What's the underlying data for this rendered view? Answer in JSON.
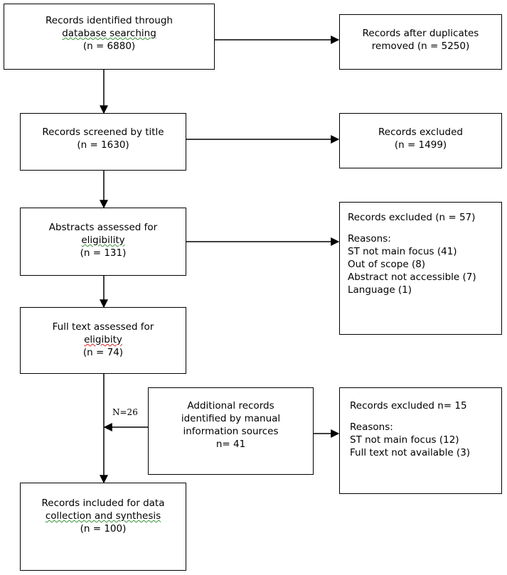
{
  "nodes": {
    "identified": {
      "lines": [
        "Records identified through",
        "database searching",
        "(n = 6880)"
      ]
    },
    "duplicates_removed": {
      "lines": [
        "Records after duplicates",
        "removed (n = 5250)"
      ]
    },
    "screened": {
      "lines": [
        "Records screened by title",
        "(n = 1630)"
      ]
    },
    "excluded_title": {
      "lines": [
        "Records excluded",
        "(n = 1499)"
      ]
    },
    "abstracts": {
      "lines": [
        "Abstracts assessed for",
        "eligibility",
        "(n = 131)"
      ]
    },
    "excluded_abstracts": {
      "heading": "Records excluded (n = 57)",
      "reasons_label": "Reasons:",
      "reasons": [
        "ST not main focus (41)",
        "Out of scope (8)",
        "Abstract not accessible (7)",
        "Language (1)"
      ]
    },
    "fulltext": {
      "lines": [
        "Full text assessed for",
        "eligibity",
        "(n = 74)"
      ]
    },
    "additional": {
      "lines": [
        "Additional records",
        "identified by manual",
        "information sources",
        "n= 41"
      ]
    },
    "excluded_fulltext": {
      "heading": "Records excluded n= 15",
      "reasons_label": "Reasons:",
      "reasons": [
        "ST not main focus (12)",
        "Full text not available (3)"
      ]
    },
    "included": {
      "lines": [
        "Records included for data",
        "collection and synthesis",
        "(n = 100)"
      ]
    }
  },
  "edge_labels": {
    "additional_to_main": "N=26"
  }
}
